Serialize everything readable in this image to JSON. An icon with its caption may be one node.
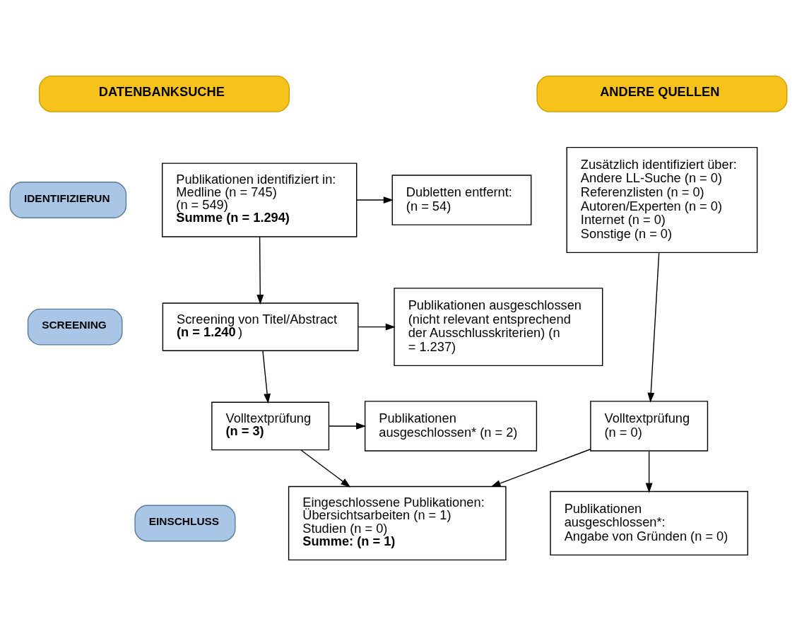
{
  "diagram": {
    "nodes": [
      {
        "text": [
          "DATENBANKSUCHE"
        ]
      },
      {
        "text": [
          "ANDERE QUELLEN"
        ]
      },
      {
        "text": [
          "IDENTIFIZIERUN"
        ]
      },
      {
        "text": [
          "SCREENING"
        ]
      },
      {
        "text": [
          "EINSCHLUSS"
        ]
      },
      {
        "text": [
          "Publikationen identifiziert in:",
          "Medline (n = 745)",
          "(n = 549)",
          "**Summe (n = 1.294)**"
        ]
      },
      {
        "text": [
          "Dubletten entfernt: (n = 54)"
        ]
      },
      {
        "text": [
          "Zusätzlich identifiziert über:",
          "Andere LL-Suche (n = 0)",
          "Referenzlisten (n = 0)",
          "Autoren/Experten (n = 0)",
          "Internet (n = 0)",
          "Sonstige (n = 0)"
        ]
      },
      {
        "text": [
          "Screening von Titel/Abstract",
          "**(n = 1.240**)"
        ]
      },
      {
        "text": [
          "Publikationen ausgeschlossen (nicht relevant entsprechend der Ausschlusskriterien) (n = 1.237)"
        ]
      },
      {
        "text": [
          "Volltextprüfung",
          "**(n = 3)**"
        ]
      },
      {
        "text": [
          "Publikationen ausgeschlossen* (n = 2)"
        ]
      },
      {
        "text": [
          "Volltextprüfung",
          "(n = 0)"
        ]
      },
      {
        "text": [
          "Eingeschlossene Publikationen:",
          "Übersichtsarbeiten (n = 1)",
          "Studien (n = 0)",
          "**Summe: (n = 1)**"
        ]
      },
      {
        "text": [
          "Publikationen ausgeschlossen*:",
          "Angabe von Gründen (n = 0)"
        ]
      }
    ],
    "edges": [
      {
        "from": 5,
        "to": 6,
        "arrow": "to"
      },
      {
        "from": 5,
        "to": 8,
        "arrow": "to"
      },
      {
        "from": 7,
        "to": 12,
        "arrow": "to"
      },
      {
        "from": 8,
        "to": 9,
        "arrow": "to"
      },
      {
        "from": 8,
        "to": 10,
        "arrow": "to"
      },
      {
        "from": 10,
        "to": 11,
        "arrow": "to"
      },
      {
        "from": 12,
        "to": 14,
        "arrow": "to"
      },
      {
        "from": 10,
        "to": 13,
        "arrow": "to"
      },
      {
        "from": 12,
        "to": 13,
        "arrow": "to"
      }
    ]
  }
}
